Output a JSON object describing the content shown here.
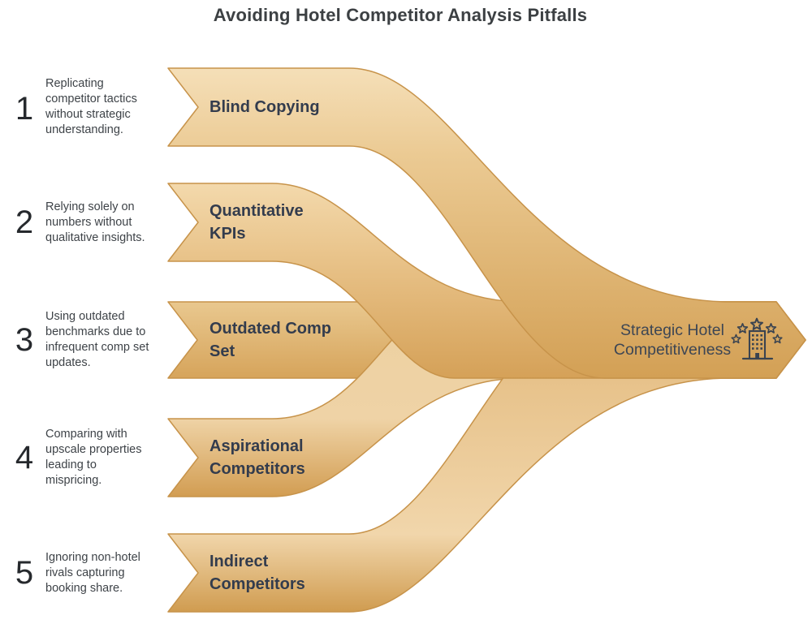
{
  "title": "Avoiding Hotel Competitor Analysis Pitfalls",
  "items": [
    {
      "number": "1",
      "description": "Replicating competitor tactics without strategic understanding.",
      "label": "Blind Copying"
    },
    {
      "number": "2",
      "description": "Relying solely on numbers without qualitative insights.",
      "label": "Quantitative KPIs"
    },
    {
      "number": "3",
      "description": "Using outdated benchmarks due to infrequent comp set updates.",
      "label": "Outdated Comp Set"
    },
    {
      "number": "4",
      "description": "Comparing with upscale properties leading to mispricing.",
      "label": "Aspirational Competitors"
    },
    {
      "number": "5",
      "description": "Ignoring non-hotel rivals capturing booking share.",
      "label": "Indirect Competitors"
    }
  ],
  "outcome": {
    "label": "Strategic Hotel Competitiveness",
    "icon": "hotel-five-stars-icon"
  },
  "colors": {
    "band_light": "#f5dfb8",
    "band_dark": "#d3a055",
    "band_border": "#c7934a",
    "band_label_text": "#333c4d",
    "description_text": "#3e4348",
    "number_text": "#26292d",
    "title_text": "#3c4043",
    "outcome_text": "#3d4654",
    "icon_color": "#3a4350",
    "background": "#ffffff"
  }
}
